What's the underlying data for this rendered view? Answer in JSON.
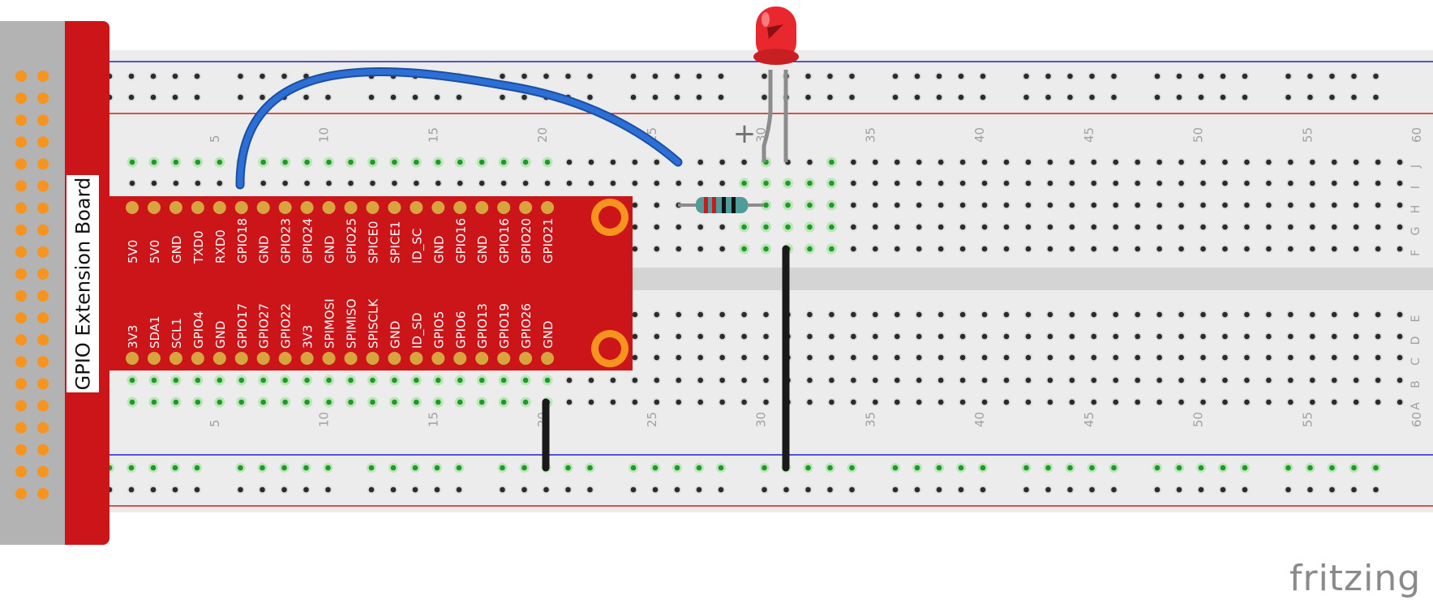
{
  "diagram": {
    "board_title": "GPIO Extension Board",
    "top_pin_labels": [
      "5V0",
      "5V0",
      "GND",
      "TXD0",
      "RXD0",
      "GPIO18",
      "GND",
      "GPIO23",
      "GPIO24",
      "GND",
      "GPIO25",
      "SPICE0",
      "SPICE1",
      "ID_SC",
      "GND",
      "GPIO16",
      "GND",
      "GPIO16",
      "GPIO20",
      "GPIO21"
    ],
    "bottom_pin_labels": [
      "3V3",
      "SDA1",
      "SCL1",
      "GPIO4",
      "GND",
      "GPIO17",
      "GPIO27",
      "GPIO22",
      "3V3",
      "SPIMOSI",
      "SPIMISO",
      "SPISCLK",
      "GND",
      "ID_SD",
      "GPIO5",
      "GPIO6",
      "GPIO13",
      "GPIO19",
      "GPIO26",
      "GND"
    ],
    "column_numbers": [
      "5",
      "10",
      "15",
      "20",
      "25",
      "30",
      "35",
      "40",
      "45",
      "50",
      "55",
      "60"
    ],
    "row_letters_upper": [
      "J",
      "I",
      "H",
      "G",
      "F"
    ],
    "row_letters_lower": [
      "E",
      "D",
      "C",
      "B",
      "A"
    ],
    "polarity_mark": "+",
    "logo_text": "fritzing",
    "colors": {
      "board_red": "#cc1518",
      "board_grey": "#b3b3b3",
      "header_dot": "#f7941d",
      "pin_pad": "#d7a43e",
      "breadboard": "#ececec",
      "rail_blue": "#1f1fd1",
      "rail_red": "#d11f1f",
      "wire_blue": "#2c6fd6",
      "wire_black": "#1a1a1a",
      "led_red": "#e8282c",
      "connected_hole": "#1e9a2a"
    }
  }
}
